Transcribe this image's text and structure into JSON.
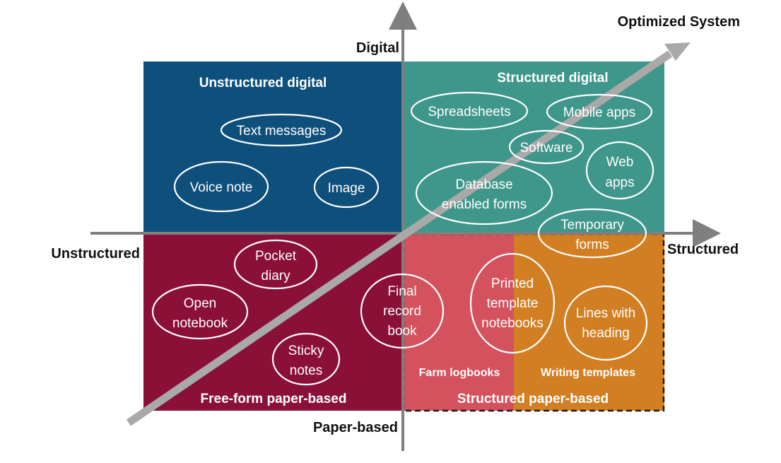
{
  "axes": {
    "top": "Digital",
    "bottom": "Paper-based",
    "left": "Unstructured",
    "right": "Structured",
    "diagonal": "Optimized System"
  },
  "quadrants": {
    "unstructured_digital": {
      "title": "Unstructured digital",
      "color": "#0e4f7b"
    },
    "structured_digital": {
      "title": "Structured digital",
      "color": "#3f968a"
    },
    "free_form_paper": {
      "title": "Free-form paper-based",
      "color": "#8a1038"
    },
    "structured_paper": {
      "title": "Structured paper-based",
      "color_left": "#d4525e",
      "color_right": "#d27f23"
    }
  },
  "sub_categories": {
    "farm_logbooks": "Farm logbooks",
    "writing_templates": "Writing templates"
  },
  "bubbles": {
    "text_messages": [
      "Text messages"
    ],
    "voice_note": [
      "Voice note"
    ],
    "image": [
      "Image"
    ],
    "spreadsheets": [
      "Spreadsheets"
    ],
    "mobile_apps": [
      "Mobile apps"
    ],
    "software": [
      "Software"
    ],
    "web_apps": [
      "Web",
      "apps"
    ],
    "database_forms": [
      "Database",
      "enabled  forms"
    ],
    "temporary_forms": [
      "Temporary",
      "forms"
    ],
    "pocket_diary": [
      "Pocket",
      "diary"
    ],
    "open_notebook": [
      "Open",
      "notebook"
    ],
    "sticky_notes": [
      "Sticky",
      "notes"
    ],
    "final_record_book": [
      "Final",
      "record",
      "book"
    ],
    "printed_template_notebooks": [
      "Printed",
      "template",
      "notebooks"
    ],
    "lines_with_heading": [
      "Lines with",
      "heading"
    ]
  },
  "colors": {
    "axis": "#7f7f7f",
    "diagonal_arrow": "#a9a9a9",
    "dashed_border": "#1a1a1a"
  }
}
